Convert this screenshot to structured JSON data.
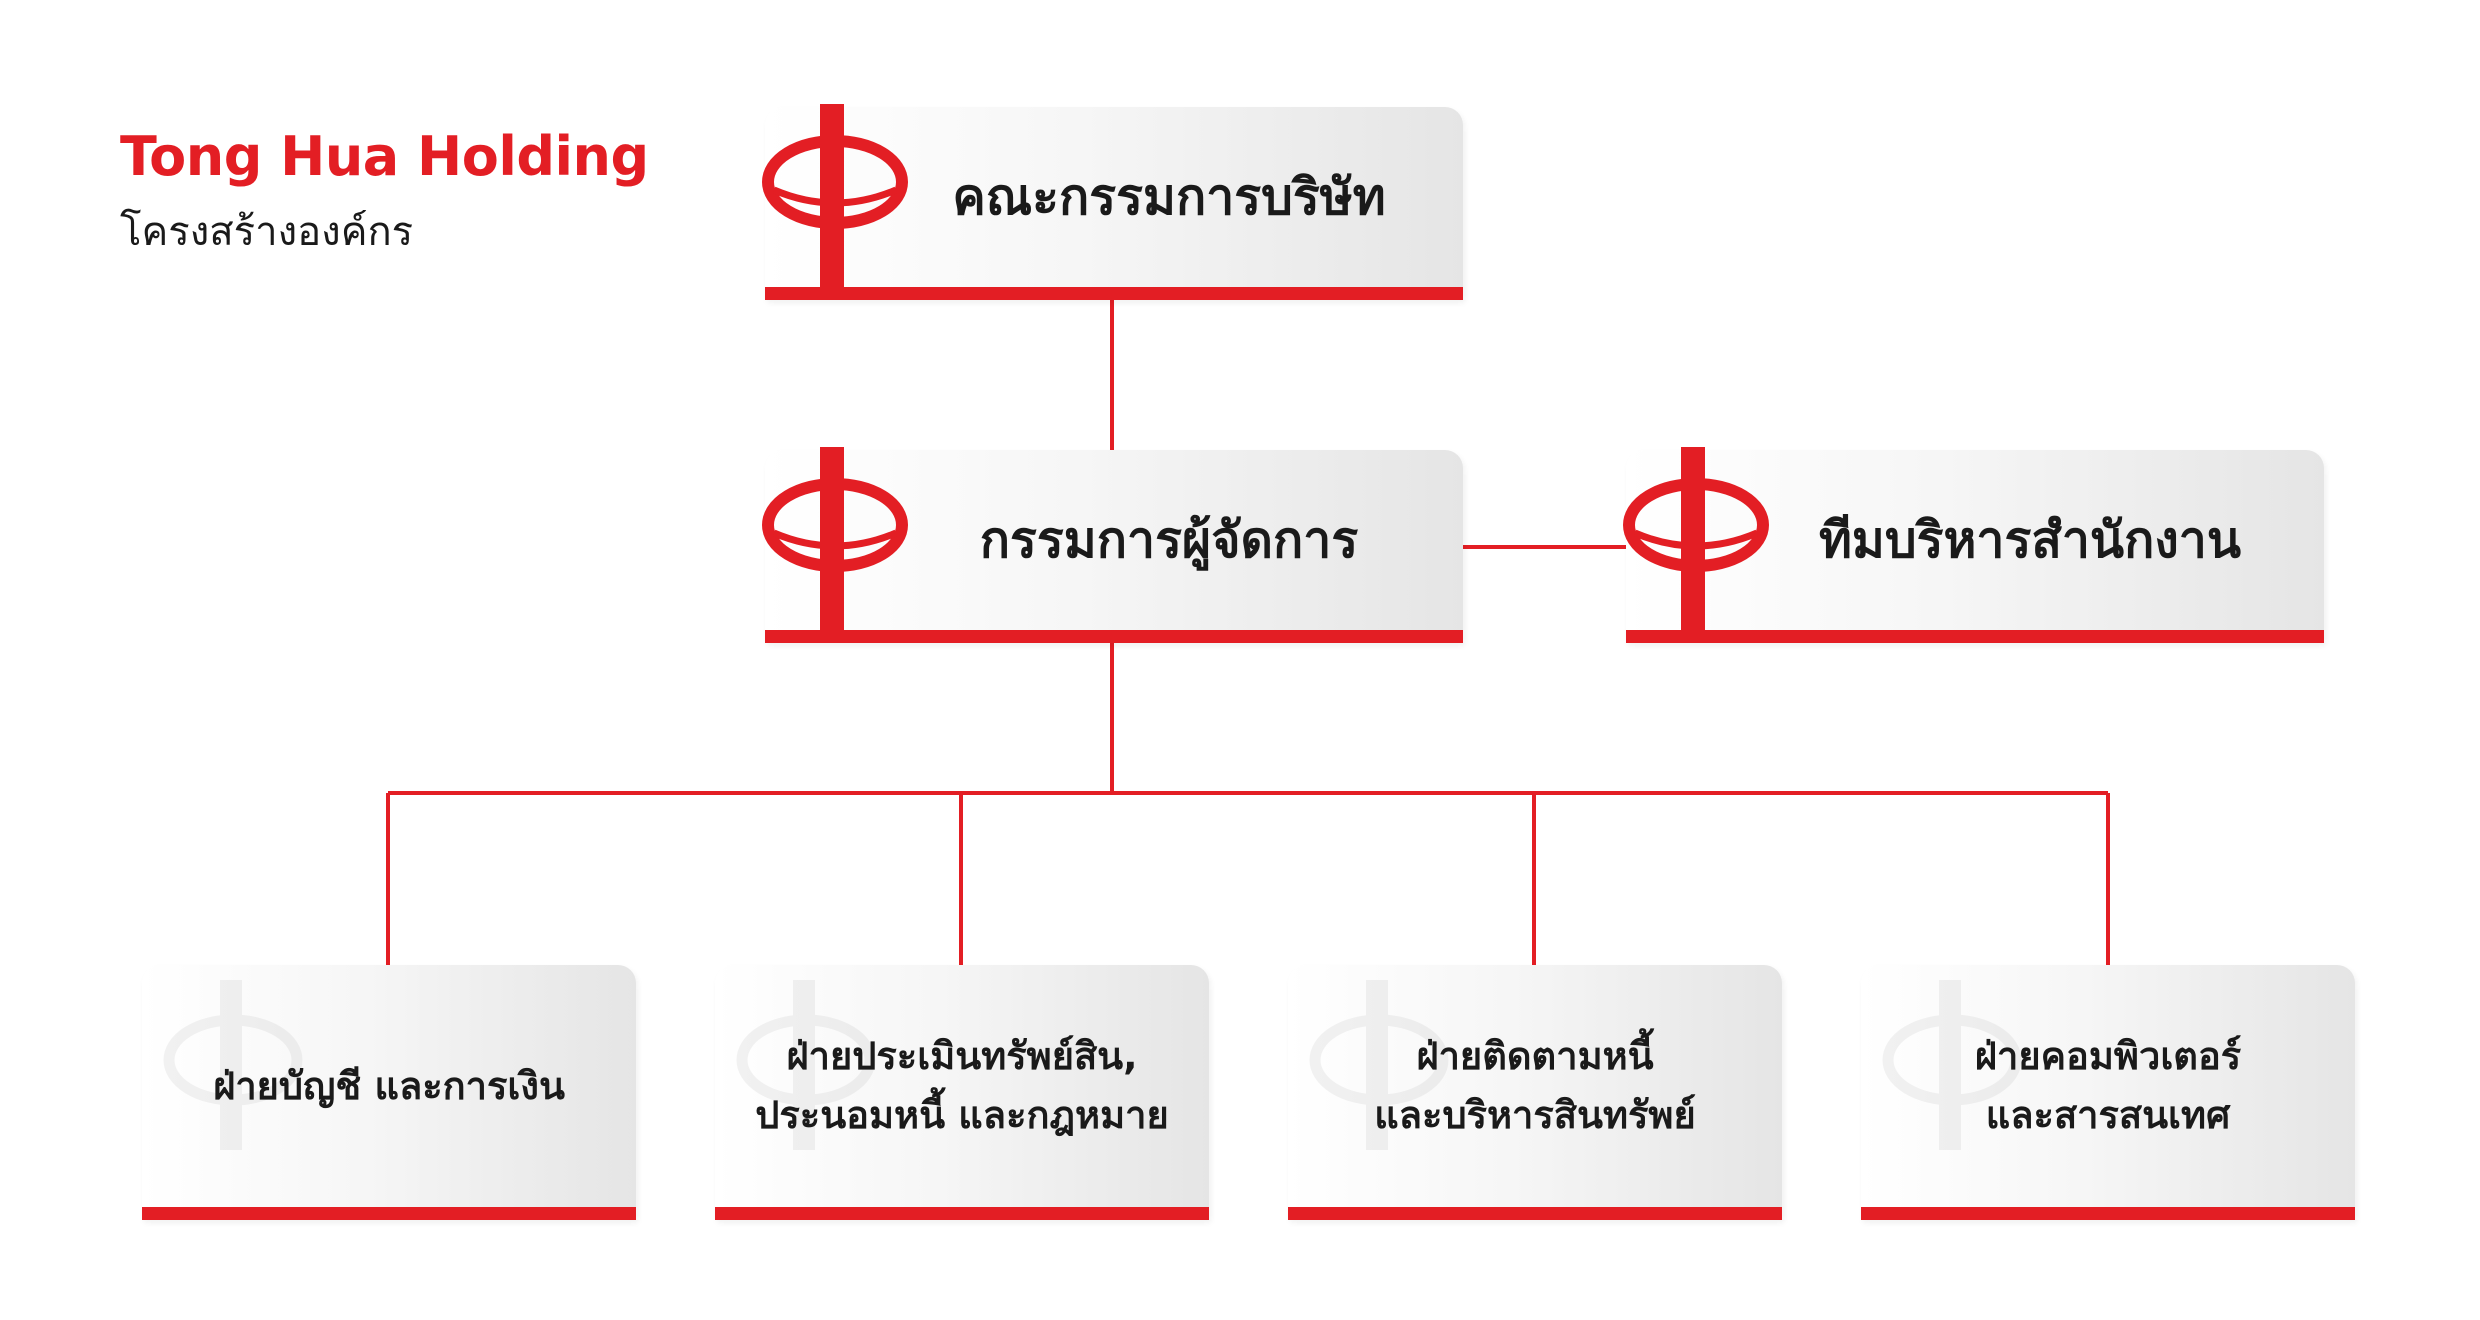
{
  "header": {
    "brand": "Tong Hua Holding",
    "subtitle": "โครงสร้างองค์กร"
  },
  "org": {
    "board": "คณะกรรมการบริษัท",
    "managing_director": "กรรมการผู้จัดการ",
    "office_team": "ทีมบริหารสำนักงาน",
    "departments": [
      {
        "line1": "ฝ่ายบัญชี และการเงิน",
        "line2": ""
      },
      {
        "line1": "ฝ่ายประเมินทรัพย์สิน,",
        "line2": "ประนอมหนี้ และกฎหมาย"
      },
      {
        "line1": "ฝ่ายติดตามหนี้",
        "line2": "และบริหารสินทรัพย์"
      },
      {
        "line1": "ฝ่ายคอมพิวเตอร์",
        "line2": "และสารสนเทศ"
      }
    ]
  },
  "colors": {
    "accent": "#e31e24",
    "text": "#1a1a1a",
    "box_light": "#ffffff",
    "box_dark": "#e5e5e5"
  },
  "icons": {
    "node_logo": "tong-hua-logo-icon"
  }
}
